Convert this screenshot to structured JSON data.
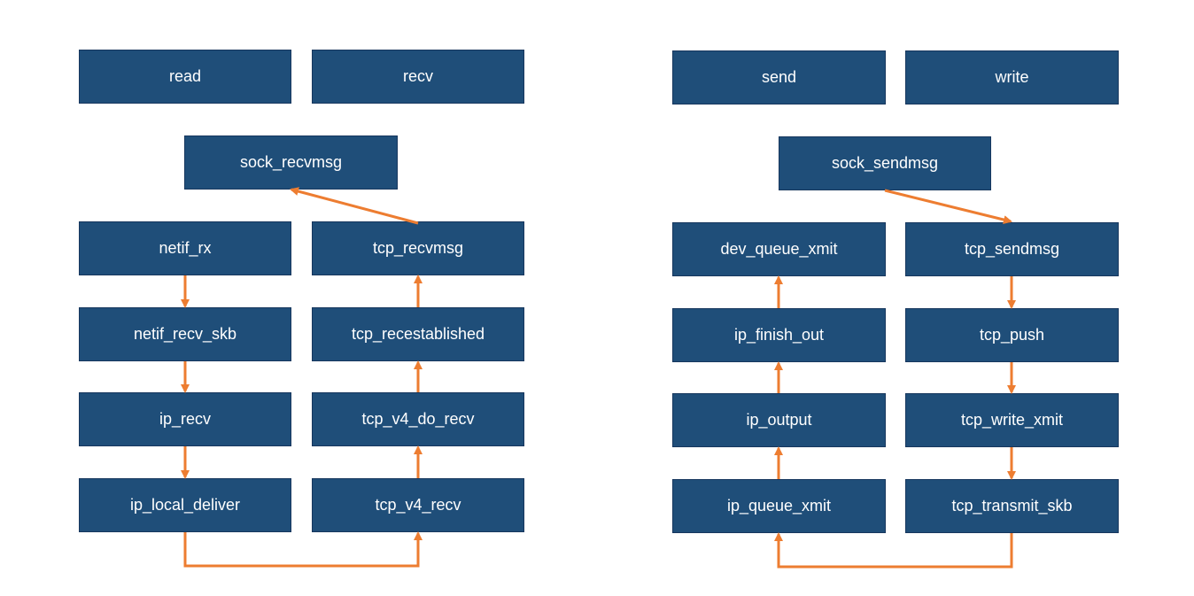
{
  "receive_path": {
    "read": "read",
    "recv": "recv",
    "sock_recvmsg": "sock_recvmsg",
    "netif_rx": "netif_rx",
    "netif_recv_skb": "netif_recv_skb",
    "ip_recv": "ip_recv",
    "ip_local_deliver": "ip_local_deliver",
    "tcp_recvmsg": "tcp_recvmsg",
    "tcp_recestablished": "tcp_recestablished",
    "tcp_v4_do_recv": "tcp_v4_do_recv",
    "tcp_v4_recv": "tcp_v4_recv"
  },
  "send_path": {
    "send": "send",
    "write": "write",
    "sock_sendmsg": "sock_sendmsg",
    "dev_queue_xmit": "dev_queue_xmit",
    "ip_finish_out": "ip_finish_out",
    "ip_output": "ip_output",
    "ip_queue_xmit": "ip_queue_xmit",
    "tcp_sendmsg": "tcp_sendmsg",
    "tcp_push": "tcp_push",
    "tcp_write_xmit": "tcp_write_xmit",
    "tcp_transmit_skb": "tcp_transmit_skb"
  },
  "colors": {
    "box_fill": "#1f4e79",
    "arrow": "#ed7d31"
  }
}
